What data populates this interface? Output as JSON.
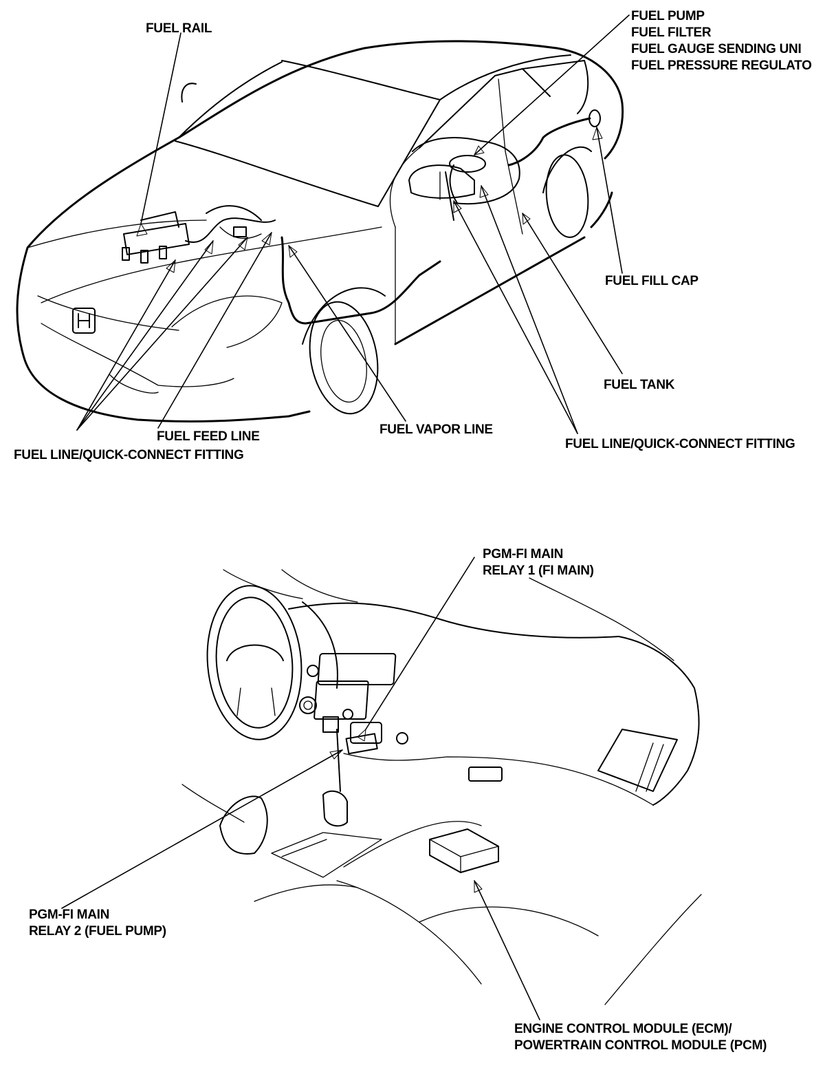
{
  "labels": {
    "fuel_rail": "FUEL RAIL",
    "pump_group": [
      "FUEL PUMP",
      "FUEL FILTER",
      "FUEL GAUGE SENDING UNI",
      "FUEL PRESSURE REGULATO"
    ],
    "fuel_fill_cap": "FUEL FILL CAP",
    "fuel_tank": "FUEL TANK",
    "fuel_feed_line": "FUEL FEED LINE",
    "fuel_line_left": "FUEL LINE/QUICK-CONNECT FITTING",
    "fuel_vapor_line": "FUEL VAPOR LINE",
    "fuel_line_right": "FUEL LINE/QUICK-CONNECT FITTING",
    "relay1": [
      "PGM-FI MAIN",
      "RELAY 1 (FI MAIN)"
    ],
    "relay2": [
      "PGM-FI MAIN",
      "RELAY 2 (FUEL PUMP)"
    ],
    "ecm": [
      "ENGINE CONTROL MODULE (ECM)/",
      "POWERTRAIN CONTROL MODULE (PCM)"
    ]
  },
  "icons": {
    "car": "sedan-outline-icon",
    "dashboard": "dashboard-interior-icon",
    "emblem": "honda-emblem-icon"
  }
}
